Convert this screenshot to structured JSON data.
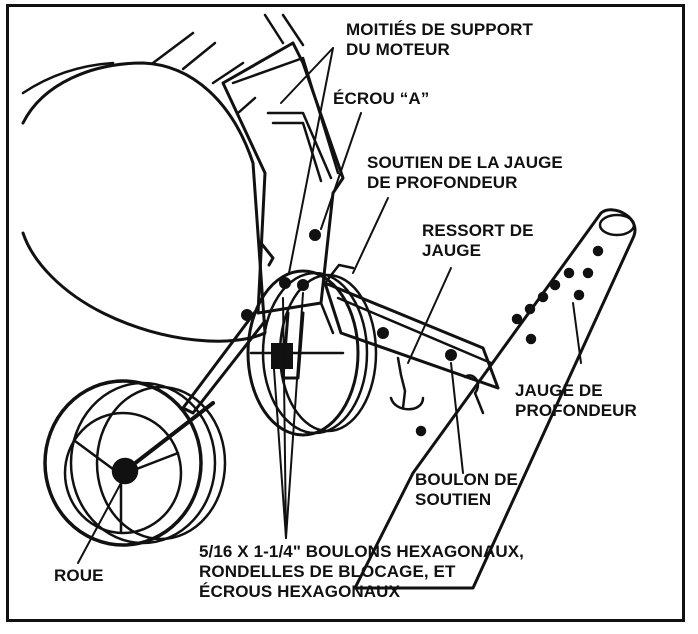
{
  "colors": {
    "ink": "#111111",
    "paper": "#ffffff"
  },
  "labels": {
    "engine_mount_halves_1": "MOITIÉS DE SUPPORT",
    "engine_mount_halves_2": "DU MOTEUR",
    "nut_a": "ÉCROU “A”",
    "depth_gauge_support_1": "SOUTIEN DE LA JAUGE",
    "depth_gauge_support_2": "DE PROFONDEUR",
    "gauge_spring_1": "RESSORT DE",
    "gauge_spring_2": "JAUGE",
    "depth_gauge_1": "JAUGE DE",
    "depth_gauge_2": "PROFONDEUR",
    "support_bolt_1": "BOULON DE",
    "support_bolt_2": "SOUTIEN",
    "hex_bolts_1": "5/16 X 1-1/4\" BOULONS HEXAGONAUX,",
    "hex_bolts_2": "RONDELLES DE BLOCAGE, ET",
    "hex_bolts_3": "ÉCROUS HEXAGONAUX",
    "wheel": "ROUE"
  }
}
